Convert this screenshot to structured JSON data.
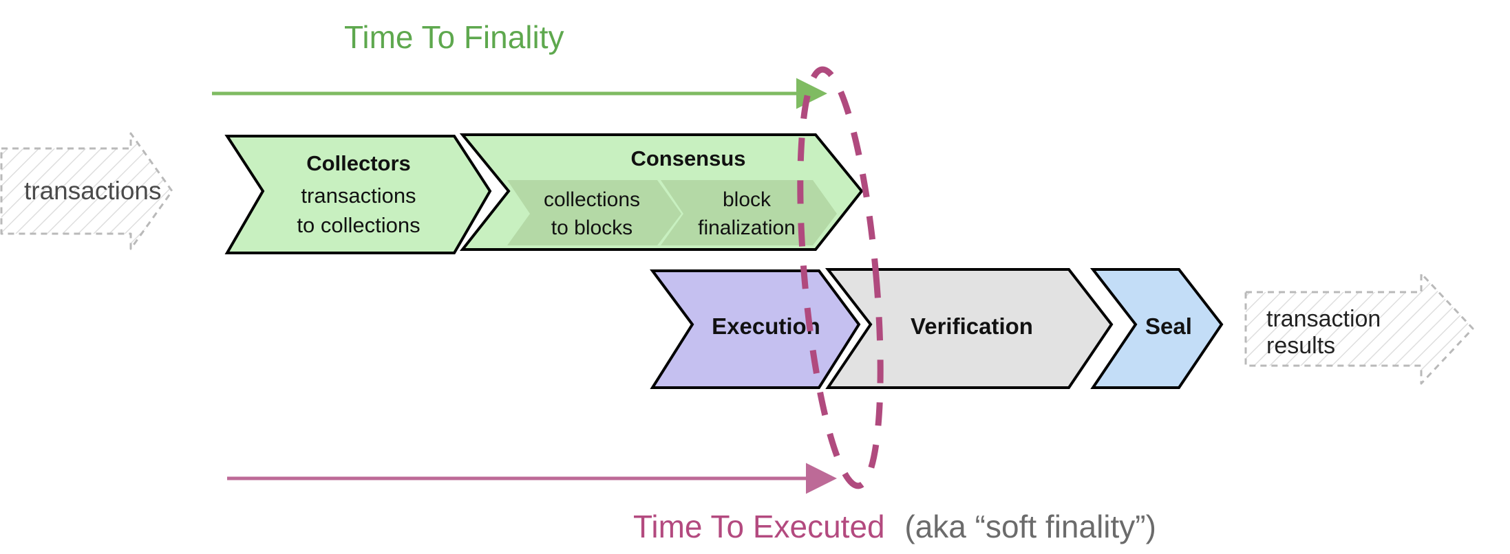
{
  "diagram": {
    "title_top": "Time To Finality",
    "title_bottom_primary": "Time To Executed",
    "title_bottom_secondary": "(aka “soft finality”)",
    "input_arrow_label": "transactions",
    "output_arrow_label_line1": "transaction",
    "output_arrow_label_line2": "results",
    "stages": [
      {
        "id": "collectors",
        "title": "Collectors",
        "sub_line1": "transactions",
        "sub_line2": "to collections",
        "fill": "#c8f0c0",
        "stroke": "#000000"
      },
      {
        "id": "consensus",
        "title": "Consensus",
        "fill": "#c8f0c0",
        "stroke": "#000000",
        "substeps": [
          {
            "id": "collections-to-blocks",
            "line1": "collections",
            "line2": "to blocks",
            "fill": "#b4d9a6"
          },
          {
            "id": "block-finalization",
            "line1": "block",
            "line2": "finalization",
            "fill": "#b4d9a6"
          }
        ]
      },
      {
        "id": "execution",
        "title": "Execution",
        "fill": "#c5c0f0",
        "stroke": "#000000"
      },
      {
        "id": "verification",
        "title": "Verification",
        "fill": "#e2e2e2",
        "stroke": "#000000"
      },
      {
        "id": "seal",
        "title": "Seal",
        "fill": "#c3ddf7",
        "stroke": "#000000"
      }
    ],
    "colors": {
      "green": "#74b262",
      "green_title": "#5ea84e",
      "maroon": "#b04a7e",
      "maroon_title": "#b34a7f",
      "gray_text": "#6b6b6b",
      "ghost_stroke": "#b9b9b9",
      "ghost_hatch": "#dedede",
      "text_dark": "#1a1a1a",
      "background": "#ffffff"
    },
    "annotations": {
      "top_arrow": "time-to-finality-arrow",
      "bottom_arrow": "time-to-executed-arrow",
      "oval": "finality-boundary-oval"
    }
  }
}
